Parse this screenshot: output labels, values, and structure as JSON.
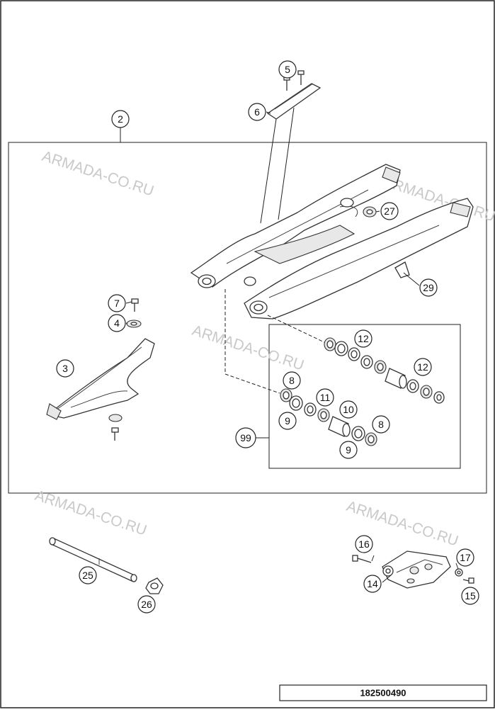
{
  "callouts": {
    "c2": "2",
    "c3": "3",
    "c4": "4",
    "c5": "5",
    "c6": "6",
    "c7": "7",
    "c8a": "8",
    "c8b": "8",
    "c9a": "9",
    "c9b": "9",
    "c10": "10",
    "c11": "11",
    "c12a": "12",
    "c12b": "12",
    "c14": "14",
    "c15": "15",
    "c16": "16",
    "c17": "17",
    "c25": "25",
    "c26": "26",
    "c27": "27",
    "c29": "29",
    "c99": "99"
  },
  "watermarks": {
    "w1": "ARMADA-CO.RU",
    "w2": "ARMADA-CO.RU",
    "w3": "ARMADA-CO.RU",
    "w4": "ARMADA-CO.RU",
    "w5": "ARMADA-CO.RU"
  },
  "reference_number": "182500490",
  "colors": {
    "line": "#222222",
    "watermark": "#c9c9c9",
    "shade": "#e8e8e8"
  }
}
